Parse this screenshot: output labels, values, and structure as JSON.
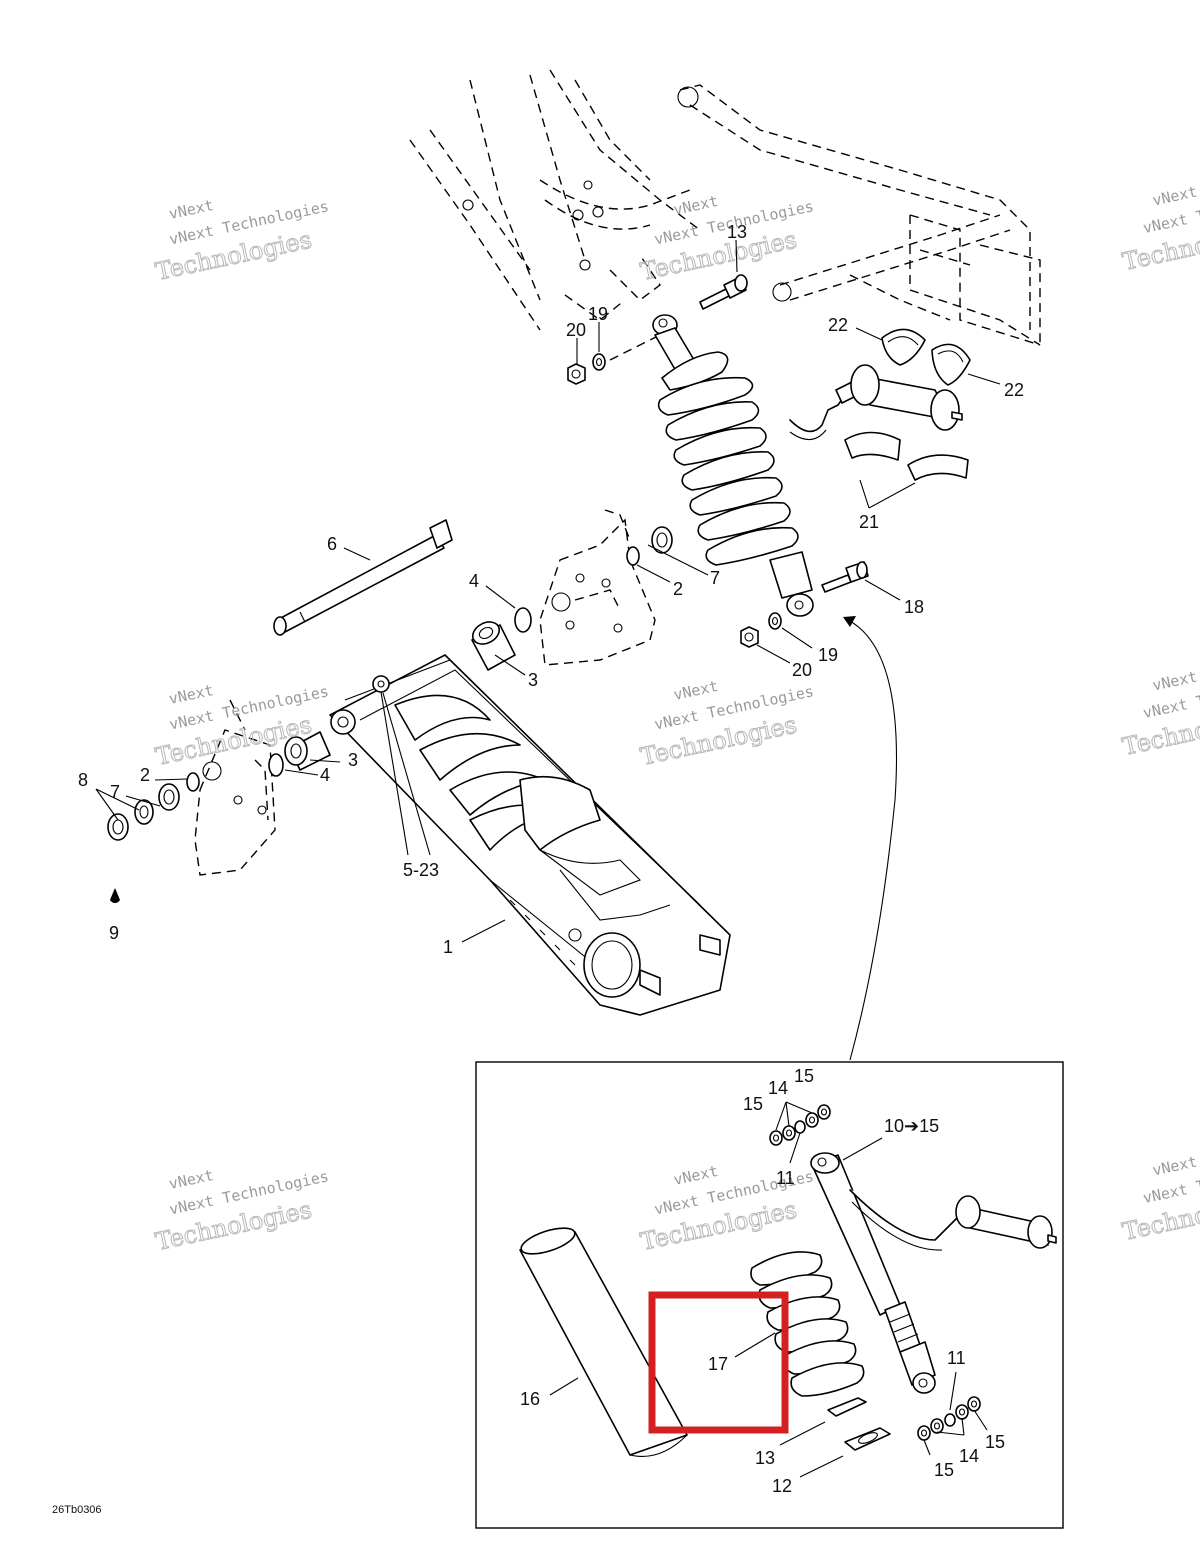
{
  "drawing_ref": "26Tb0306",
  "watermark": {
    "line1": "vNext",
    "line2": "vNext Technologies",
    "line3": "Technologies"
  },
  "highlight_color": "#d42020",
  "callouts": {
    "c1": "1",
    "c2a": "2",
    "c2b": "2",
    "c3a": "3",
    "c3b": "3",
    "c4a": "4",
    "c4b": "4",
    "c5_23": "5-23",
    "c6": "6",
    "c7a": "7",
    "c7b": "7",
    "c8": "8",
    "c9": "9",
    "c10_15": "10➔15",
    "c11a": "11",
    "c11b": "11",
    "c12": "12",
    "c13a": "13",
    "c13b": "13",
    "c14a": "14",
    "c14b": "14",
    "c15a": "15",
    "c15b": "15",
    "c15c": "15",
    "c15d": "15",
    "c16": "16",
    "c17": "17",
    "c18": "18",
    "c19a": "19",
    "c19b": "19",
    "c20a": "20",
    "c20b": "20",
    "c21": "21",
    "c22a": "22",
    "c22b": "22"
  }
}
